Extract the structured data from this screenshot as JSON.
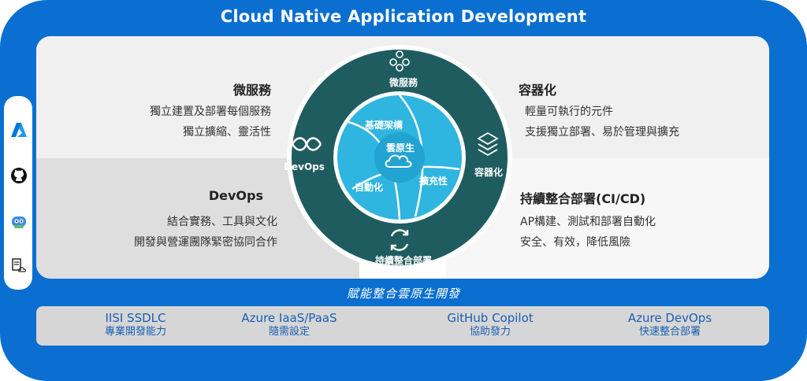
{
  "title": "Cloud Native Application Development",
  "caption": "賦能整合雲原生開發",
  "features": {
    "microservices": {
      "title": "微服務",
      "lines": [
        "獨立建置及部署每個服務",
        "獨立擴縮、靈活性"
      ]
    },
    "containers": {
      "title": "容器化",
      "lines": [
        "輕量可執行的元件",
        "支援獨立部署、易於管理與擴充"
      ]
    },
    "devops": {
      "title": "DevOps",
      "lines": [
        "結合實務、工具與文化",
        "開發與營運團隊緊密協同合作"
      ]
    },
    "cicd": {
      "title": "持續整合部署(CI/CD)",
      "lines": [
        "AP構建、測試和部署自動化",
        "安全、有效，降低風險"
      ]
    }
  },
  "wheel": {
    "outer": {
      "top": "微服務",
      "left": "DevOps",
      "right": "容器化",
      "bottom": "持續整合部署"
    },
    "inner": {
      "top": "基礎架構",
      "left": "自動化",
      "right": "擴充性",
      "center": "雲原生"
    }
  },
  "tools": [
    {
      "line1": "IISI SSDLC",
      "line2": "專業開發能力"
    },
    {
      "line1": "Azure IaaS/PaaS",
      "line2": "隨需設定"
    },
    {
      "line1": "GitHub Copilot",
      "line2": "協助發力"
    },
    {
      "line1": "Azure DevOps",
      "line2": "快速整合部署"
    }
  ],
  "side_icons": [
    "azure-icon",
    "github-icon",
    "copilot-icon",
    "devops-doc-icon"
  ],
  "colors": {
    "frame_blue": "#0a6fd0",
    "ring_dark": "#1f5c5f",
    "inner_cyan": "#2eb5e0",
    "tool_text": "#1a5fb4"
  }
}
